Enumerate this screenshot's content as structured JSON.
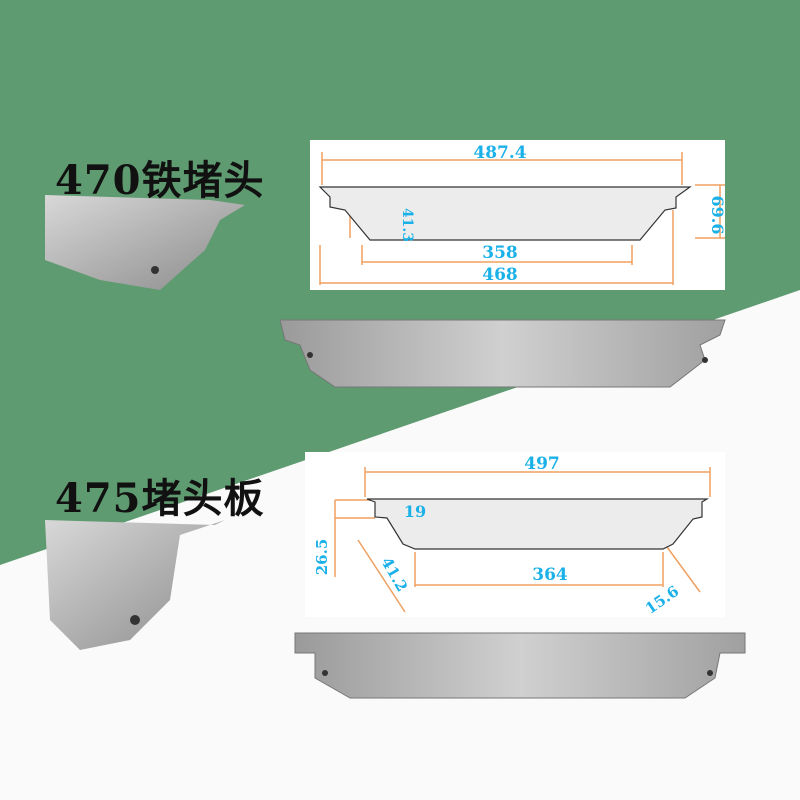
{
  "products": [
    {
      "title": "470铁堵头",
      "dims": {
        "top": "487.4",
        "height": "69.6",
        "depth": "41.3",
        "bottom": "358",
        "inner": "468"
      }
    },
    {
      "title": "475堵头板",
      "dims": {
        "top": "497",
        "lip": "19",
        "step": "26.5",
        "slope": "41.2",
        "bottom": "364",
        "chamfer": "15.6"
      }
    }
  ],
  "colors": {
    "green": "#5f9b70",
    "dim_line": "#f0a060",
    "dim_text": "#1ab0e8"
  }
}
